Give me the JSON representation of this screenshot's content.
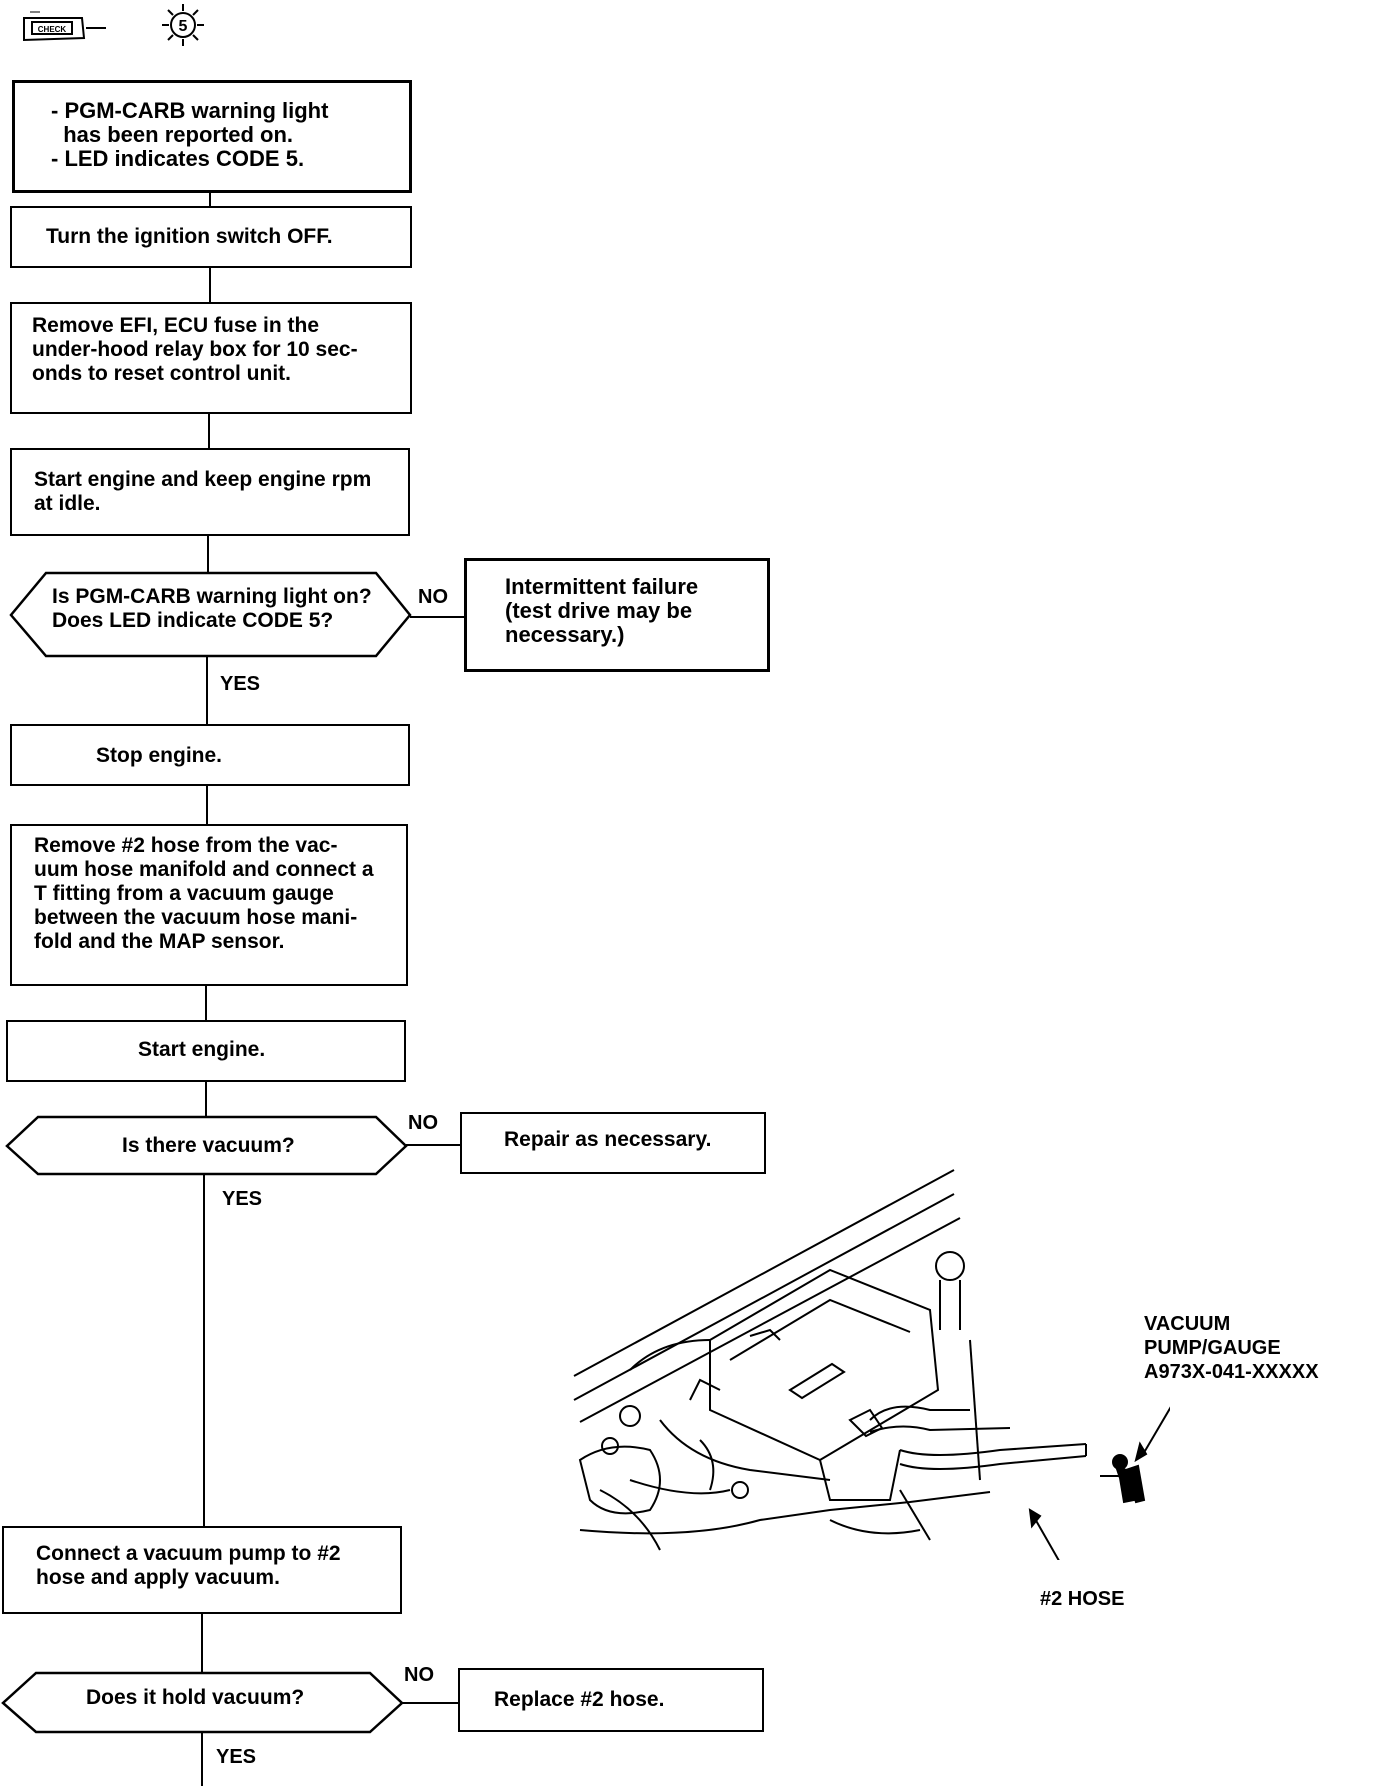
{
  "header": {
    "check_icon_label": "CHECK",
    "code_badge": "5"
  },
  "flow": {
    "step1": "- PGM-CARB warning light\n  has been reported on.\n- LED indicates CODE 5.",
    "step2": "Turn the ignition switch OFF.",
    "step3": "Remove EFI, ECU fuse in the\nunder-hood relay box for 10 sec-\nonds to reset control unit.",
    "step4": "Start engine and keep engine rpm\nat idle.",
    "decision1": "Is PGM-CARB warning light on?\nDoes LED indicate CODE 5?",
    "decision1_no_result": "Intermittent failure\n(test drive may be\nnecessary.)",
    "step5": "Stop engine.",
    "step6": "Remove #2 hose from the vac-\nuum hose manifold and connect a\nT fitting from a vacuum gauge\nbetween the vacuum hose mani-\nfold and the MAP sensor.",
    "step7": "Start engine.",
    "decision2": "Is there vacuum?",
    "decision2_no_result": "Repair as necessary.",
    "step8": "Connect a vacuum pump to #2\nhose and apply vacuum.",
    "decision3": "Does it hold vacuum?",
    "decision3_no_result": "Replace #2 hose.",
    "yes_label": "YES",
    "no_label": "NO"
  },
  "illustration": {
    "tool_label": "VACUUM\nPUMP/GAUGE\nA973X-041-XXXXX",
    "hose_label": "#2 HOSE"
  }
}
